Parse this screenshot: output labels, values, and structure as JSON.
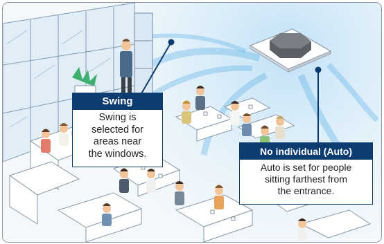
{
  "callouts": {
    "swing": {
      "title": "Swing",
      "line1": "Swing is",
      "line2": "selected for",
      "line3": "areas near",
      "line4": "the windows."
    },
    "auto": {
      "title": "No individual (Auto)",
      "line1": "Auto is set for people",
      "line2": "sitting farthest from",
      "line3": "the entrance."
    }
  },
  "colors": {
    "callout_header": "#0d3d70",
    "airflow": "#4aa3df",
    "frame_border": "#8a96a6"
  },
  "icons": {
    "ceiling_unit": "ceiling-cassette-air-conditioner-icon",
    "pointer_dot": "pointer-dot-icon"
  }
}
